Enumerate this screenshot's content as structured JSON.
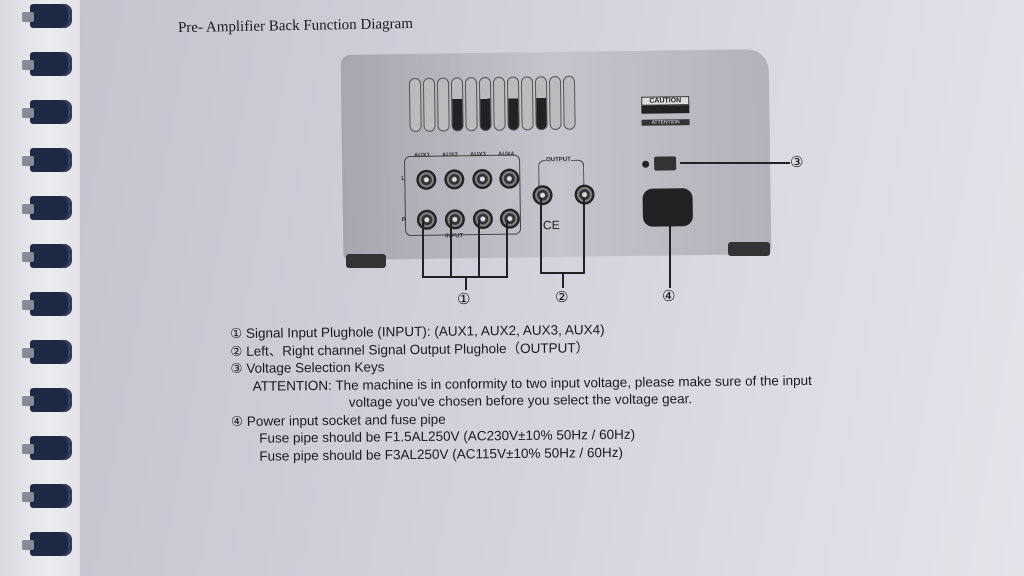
{
  "title": "Pre- Amplifier Back Function Diagram",
  "diagram": {
    "inputs": [
      "AUX1",
      "AUX2",
      "AUX3",
      "AUX4"
    ],
    "input_label": "INPUT",
    "output_label": "OUTPUT",
    "left": "L",
    "right": "R",
    "ce": "CE",
    "caution": "CAUTION",
    "attention": "ATTENTION",
    "callouts": [
      "①",
      "②",
      "③",
      "④"
    ]
  },
  "items": [
    {
      "marker": "①",
      "text": "Signal Input Plughole (INPUT): (AUX1, AUX2, AUX3, AUX4)"
    },
    {
      "marker": "②",
      "text": "Left、Right channel Signal Output Plughole（OUTPUT）"
    },
    {
      "marker": "③",
      "text": "Voltage Selection Keys"
    },
    {
      "marker": "④",
      "text": "Power input socket and fuse pipe"
    }
  ],
  "attention_line1": "ATTENTION: The machine is in conformity to two input voltage, please make sure of the input",
  "attention_line2": "voltage you've chosen before you select the voltage gear.",
  "fuse_lines": [
    "Fuse pipe should be F1.5AL250V (AC230V±10% 50Hz / 60Hz)",
    "Fuse pipe should be F3AL250V (AC115V±10% 50Hz / 60Hz)"
  ]
}
